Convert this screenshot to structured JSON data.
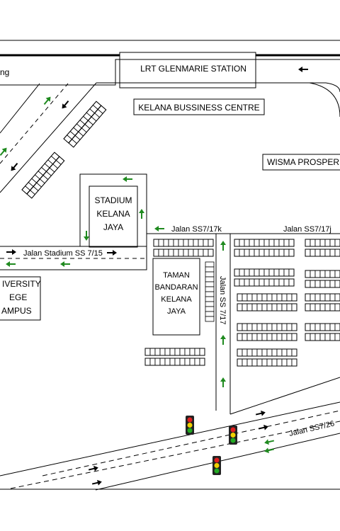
{
  "labels": {
    "top_left_fragment": "ng",
    "lrt_station": "LRT GLENMARIE STATION",
    "kelana_bussiness_centre": "KELANA BUSSINESS CENTRE",
    "wisma": "WISMA PROSPER",
    "stadium_line1": "STADIUM",
    "stadium_line2": "KELANA",
    "stadium_line3": "JAYA",
    "taman_line1": "TAMAN",
    "taman_line2": "BANDARAN",
    "taman_line3": "KELANA",
    "taman_line4": "JAYA",
    "university_line1": "IVERSITY",
    "university_line2": "EGE",
    "university_line3": "AMPUS"
  },
  "roads": {
    "ss7_17k": "Jalan SS7/17k",
    "ss7_17j": "Jalan SS7/17j",
    "stadium_ss7_15": "Jalan Stadium SS 7/15",
    "ss7_17": "Jalan SS 7/17",
    "ss7_26": "Jalan SS7/26"
  },
  "colors": {
    "line": "#000000",
    "arrow_green": "#1f8a1f",
    "arrow_black": "#000000",
    "signal_red": "#e02020",
    "signal_yellow": "#f0d000",
    "signal_green": "#22aa22",
    "signal_body": "#222222"
  },
  "icons": {
    "traffic_light": "traffic-light-icon",
    "arrow": "direction-arrow-icon",
    "parking": "parking-bays"
  }
}
